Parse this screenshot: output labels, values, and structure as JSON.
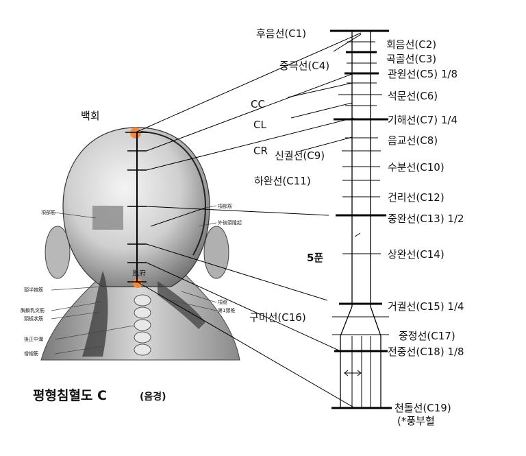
{
  "diagram": {
    "title_main": "평형침혈도 C",
    "title_sub": "(음경)",
    "acupoint_baekhoe": "백회",
    "acupoint_pungbu": "風府",
    "mark_5pun": "5푼",
    "zones": [
      "CC",
      "CL",
      "CR"
    ],
    "lines": [
      {
        "id": "c1",
        "label": "후음선(C1)"
      },
      {
        "id": "c2",
        "label": "회음선(C2)"
      },
      {
        "id": "c3",
        "label": "곡골선(C3)"
      },
      {
        "id": "c4",
        "label": "중극선(C4)"
      },
      {
        "id": "c5",
        "label": "관원선(C5) 1/8"
      },
      {
        "id": "c6",
        "label": "석문선(C6)"
      },
      {
        "id": "c7",
        "label": "기해선(C7) 1/4"
      },
      {
        "id": "c8",
        "label": "음교선(C8)"
      },
      {
        "id": "c9",
        "label": "신궐선(C9)"
      },
      {
        "id": "c10",
        "label": "수분선(C10)"
      },
      {
        "id": "c11",
        "label": "하완선(C11)"
      },
      {
        "id": "c12",
        "label": "건리선(C12)"
      },
      {
        "id": "c13",
        "label": "중완선(C13) 1/2"
      },
      {
        "id": "c14",
        "label": "상완선(C14)"
      },
      {
        "id": "c15",
        "label": "거궐선(C15) 1/4"
      },
      {
        "id": "c16",
        "label": "구미선(C16)"
      },
      {
        "id": "c17",
        "label": "중정선(C17)"
      },
      {
        "id": "c18",
        "label": "전중선(C18) 1/8"
      },
      {
        "id": "c19",
        "label": "천돌선(C19)"
      }
    ],
    "c19_note": "(*풍부혈",
    "anatomy_labels": {
      "left": [
        "頭半棘筋",
        "胸鎖乳突筋",
        "頭板狀筋",
        "後正中溝",
        "僧帽筋"
      ],
      "upper_left": "項部筋",
      "upper_right": [
        "項部筋",
        "外後頭隆起"
      ],
      "neck_right": [
        "項窩",
        "第1頸椎"
      ]
    }
  }
}
